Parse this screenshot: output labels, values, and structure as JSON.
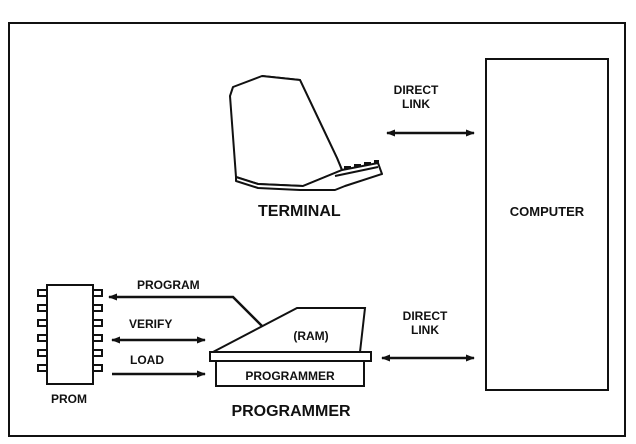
{
  "labels": {
    "direct_link_top_1": "DIRECT",
    "direct_link_top_2": "LINK",
    "terminal": "TERMINAL",
    "computer": "COMPUTER",
    "program": "PROGRAM",
    "verify": "VERIFY",
    "load": "LOAD",
    "ram": "(RAM)",
    "programmer_plate": "PROGRAMMER",
    "programmer_caption": "PROGRAMMER",
    "prom": "PROM",
    "direct_link_bottom_1": "DIRECT",
    "direct_link_bottom_2": "LINK"
  }
}
